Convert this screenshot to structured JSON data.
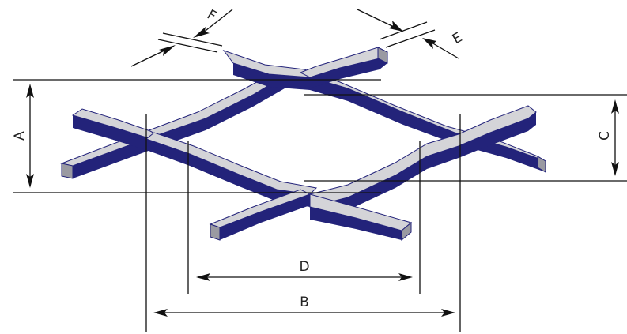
{
  "labels": {
    "a": "A",
    "b": "B",
    "c": "C",
    "d": "D",
    "e": "E",
    "f": "F"
  },
  "colors": {
    "strand_side": "#23237a",
    "strand_top": "#d4d4d8",
    "strand_end": "#9a9aa2",
    "line": "#111111"
  }
}
